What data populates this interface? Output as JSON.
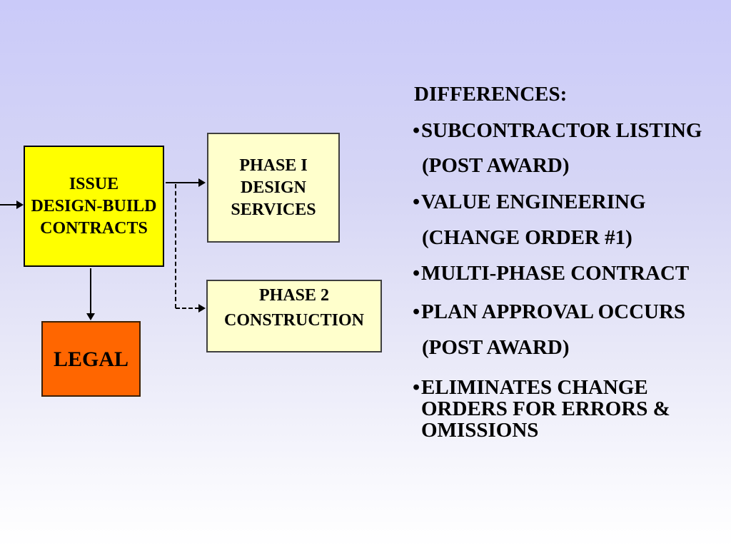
{
  "slide": {
    "background": {
      "top_color": "#CACAF9",
      "bottom_color": "#FFFFFF"
    }
  },
  "flowchart": {
    "issue_box": {
      "lines": [
        "ISSUE",
        "DESIGN-BUILD",
        "CONTRACTS"
      ],
      "fill": "#FFFF00",
      "border": "#000000"
    },
    "phase1_box": {
      "lines": [
        "PHASE I",
        "DESIGN",
        "SERVICES"
      ],
      "fill": "#FFFFCC",
      "border": "#3F3F3F"
    },
    "phase2_box": {
      "lines": [
        "PHASE 2",
        "CONSTRUCTION"
      ],
      "fill": "#FFFFCC",
      "border": "#3F3F3F"
    },
    "legal_box": {
      "label": "LEGAL",
      "fill": "#FF6600",
      "border": "#3B1F00"
    },
    "arrow_color": "#000000"
  },
  "notes": {
    "bullet_char": "•",
    "heading": "DIFFERENCES:",
    "line1": "SUBCONTRACTOR LISTING",
    "line2": "(POST AWARD)",
    "line3": "VALUE ENGINEERING",
    "line4": "(CHANGE ORDER #1)",
    "line5": "MULTI-PHASE CONTRACT",
    "line6": "PLAN APPROVAL OCCURS",
    "line7": "(POST AWARD)",
    "line8": "ELIMINATES CHANGE",
    "line9": "ORDERS FOR ERRORS &",
    "line10": "OMISSIONS"
  }
}
